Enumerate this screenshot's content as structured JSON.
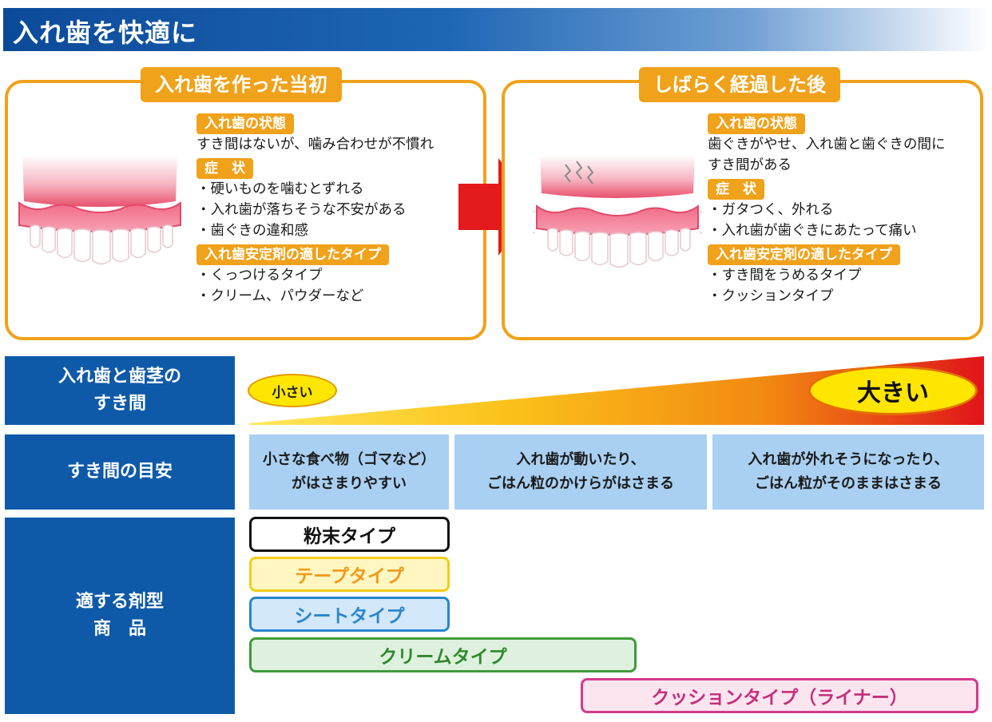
{
  "header": {
    "title": "入れ歯を快適に",
    "colors": {
      "banner": "#0b4a99",
      "panel_border": "#f0a21a"
    }
  },
  "panels": {
    "initial": {
      "title": "入れ歯を作った当初",
      "state_label": "入れ歯の状態",
      "state_text": "すき間はないが、噛み合わせが不慣れ",
      "symptom_label": "症　状",
      "symptoms": [
        "・硬いものを噛むとずれる",
        "・入れ歯が落ちそうな不安がある",
        "・歯ぐきの違和感"
      ],
      "type_label": "入れ歯安定剤の適したタイプ",
      "types": [
        "・くっつけるタイプ",
        "・クリーム、パウダーなど"
      ]
    },
    "later": {
      "title": "しばらく経過した後",
      "state_label": "入れ歯の状態",
      "state_lines": [
        "歯ぐきがやせ、入れ歯と歯ぐきの間に",
        "すき間がある"
      ],
      "symptom_label": "症　状",
      "symptoms": [
        "・ガタつく、外れる",
        "・入れ歯が歯ぐきにあたって痛い"
      ],
      "type_label": "入れ歯安定剤の適したタイプ",
      "types": [
        "・すき間をうめるタイプ",
        "・クッションタイプ"
      ]
    }
  },
  "rows": {
    "gap_label_lines": [
      "入れ歯と歯茎の",
      "すき間"
    ],
    "guide_label": "すき間の目安",
    "product_label_lines": [
      "適する剤型",
      "商　品"
    ]
  },
  "gap_scale": {
    "small": "小さい",
    "large": "大きい"
  },
  "guides": [
    {
      "lines": [
        "小さな食べ物（ゴマなど）",
        "がはさまりやすい"
      ]
    },
    {
      "lines": [
        "入れ歯が動いたり、",
        "ごはん粒のかけらがはさまる"
      ]
    },
    {
      "lines": [
        "入れ歯が外れそうになったり、",
        "ごはん粒がそのままはさまる"
      ]
    }
  ],
  "products": [
    {
      "name": "粉末タイプ",
      "color": "#111111"
    },
    {
      "name": "テープタイプ",
      "color": "#f09a1a"
    },
    {
      "name": "シートタイプ",
      "color": "#2a86cc"
    },
    {
      "name": "クリームタイプ",
      "color": "#2e8a2b"
    },
    {
      "name": "クッションタイプ（ライナー）",
      "color": "#c42f7c"
    }
  ],
  "icons": [
    "denture-illustration",
    "right-arrow-icon",
    "gap-wedge-graphic"
  ]
}
